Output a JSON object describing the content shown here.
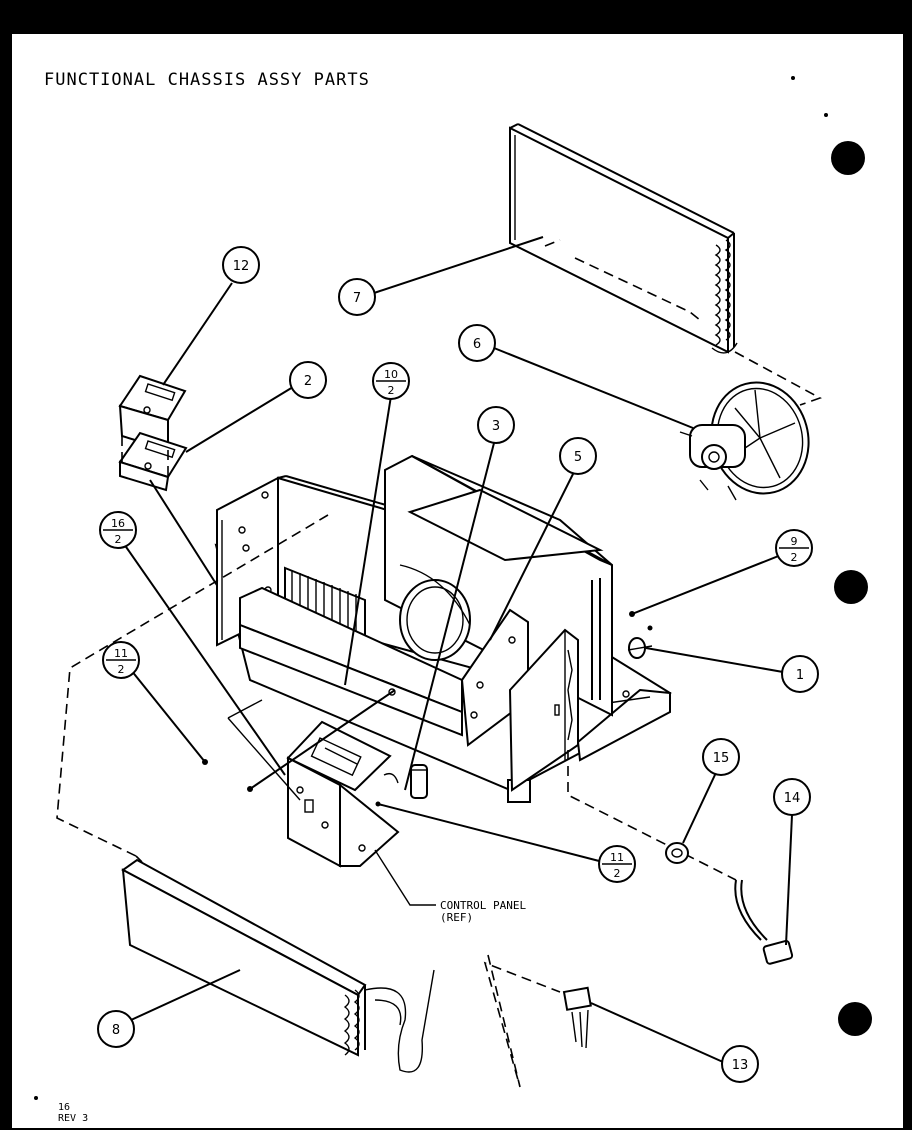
{
  "title": "FUNCTIONAL CHASSIS ASSY PARTS",
  "callouts": {
    "c1": "1",
    "c2": "2",
    "c3": "3",
    "c5": "5",
    "c6": "6",
    "c7": "7",
    "c8": "8",
    "c12": "12",
    "c13": "13",
    "c14": "14",
    "c15": "15",
    "f10_top": "10",
    "f10_bot": "2",
    "f16_top": "16",
    "f16_bot": "2",
    "f9_top": "9",
    "f9_bot": "2",
    "f11a_top": "11",
    "f11a_bot": "2",
    "f11b_top": "11",
    "f11b_bot": "2"
  },
  "control_panel_label": "CONTROL PANEL",
  "control_panel_ref": "(REF)",
  "footer": {
    "page": "16",
    "rev": "REV 3"
  }
}
